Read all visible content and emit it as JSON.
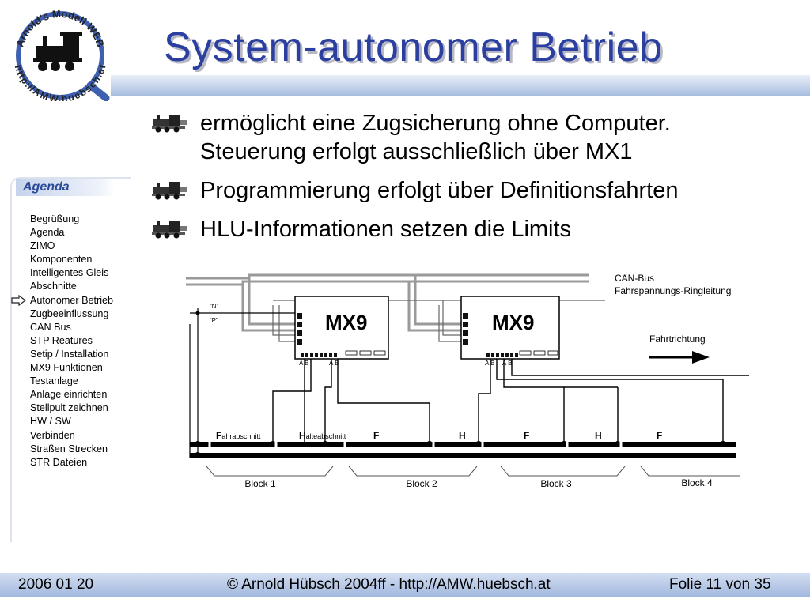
{
  "logo": {
    "arc_top": "Arnold's Modell WEB",
    "arc_bottom": "http://AMW.huebsch.at"
  },
  "title": "System-autonomer Betrieb",
  "bullets": [
    [
      "ermöglicht eine Zugsicherung ohne Computer.",
      "Steuerung erfolgt ausschließlich über MX1"
    ],
    [
      "Programmierung erfolgt über Definitionsfahrten"
    ],
    [
      "HLU-Informationen setzen die Limits"
    ]
  ],
  "agenda": {
    "title": "Agenda",
    "current_index": 6,
    "items": [
      "Begrüßung",
      "Agenda",
      "ZIMO",
      "Komponenten",
      "Intelligentes Gleis",
      "Abschnitte",
      "Autonomer Betrieb",
      "Zugbeeinflussung",
      "CAN Bus",
      "STP Reatures",
      "Setip / Installation",
      "MX9 Funktionen",
      "Testanlage",
      "Anlage einrichten",
      "Stellpult zeichnen",
      "HW / SW",
      "Verbinden",
      "Straßen Strecken",
      "STR Dateien"
    ]
  },
  "diagram": {
    "module_label": "MX9",
    "pin_label": "A B",
    "legend_can": "CAN-Bus",
    "legend_ring": "Fahrspannungs-Ringleitung",
    "direction": "Fahrtrichtung",
    "feed_n": "“N”",
    "feed_p": "“P”",
    "section_f_prefix": "F",
    "section_f_rest": "ahrabschnitt",
    "section_h_prefix": "H",
    "section_h_rest": "alteabschnitt",
    "section_letters": [
      "F",
      "H",
      "F",
      "H",
      "F"
    ],
    "blocks": [
      "Block 1",
      "Block 2",
      "Block 3",
      "Block 4"
    ]
  },
  "footer": {
    "date": "2006 01 20",
    "copyright": "© Arnold Hübsch 2004ff   -   http://AMW.huebsch.at",
    "page": "Folie 11 von  35"
  }
}
